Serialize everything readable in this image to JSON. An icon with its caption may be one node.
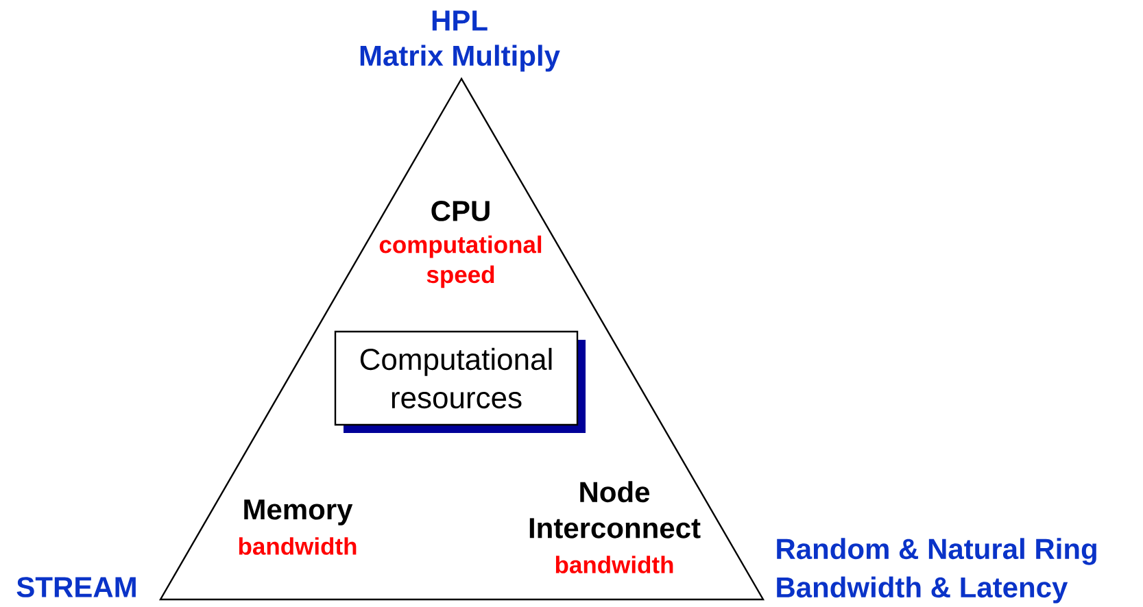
{
  "diagram": {
    "nodes": [
      {
        "text": [],
        "shape": "triangle"
      },
      {
        "text": [
          "Computational resources"
        ],
        "in": 0
      }
    ],
    "labels": [
      "HPL",
      "Matrix Multiply",
      "CPU",
      "computational speed",
      "Node Interconnect",
      "Memory",
      "bandwidth",
      "bandwidth",
      "Random & Natural Ring",
      "STREAM",
      "Bandwidth & Latency"
    ]
  }
}
